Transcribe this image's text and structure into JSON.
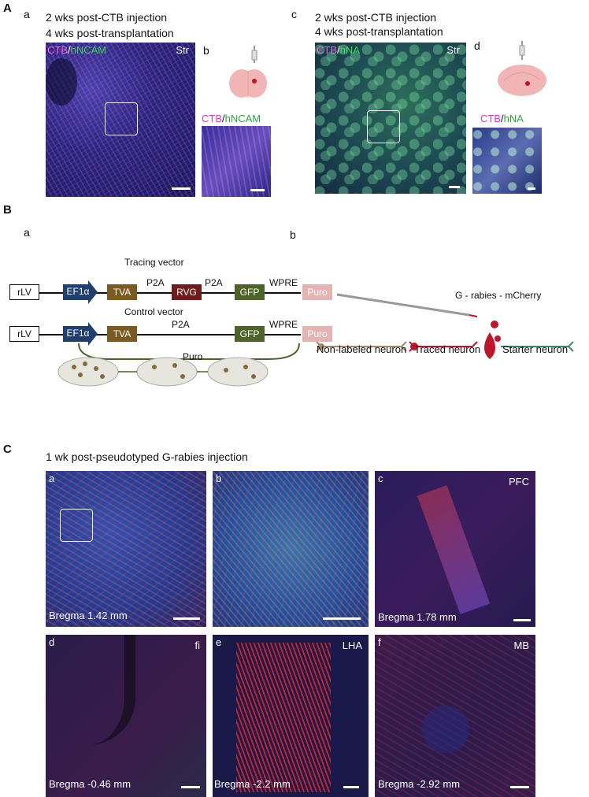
{
  "panelA": {
    "letter": "A",
    "a": {
      "sub": "a",
      "cap1": "2 wks post-CTB injection",
      "cap2": "4 wks post-transplantation",
      "stain1": "CTB",
      "sep": "/",
      "stain2": "hNCAM",
      "region": "Str"
    },
    "b": {
      "sub": "b",
      "stain1": "CTB",
      "sep": "/",
      "stain2": "hNCAM"
    },
    "c": {
      "sub": "c",
      "cap1": "2 wks post-CTB injection",
      "cap2": "4 wks post-transplantation",
      "stain1": "CTB",
      "sep": "/",
      "stain2": "hNA",
      "region": "Str"
    },
    "d": {
      "sub": "d",
      "stain1": "CTB",
      "sep": "/",
      "stain2": "hNA"
    }
  },
  "panelB": {
    "letter": "B",
    "a": {
      "sub": "a",
      "tracing_title": "Tracing vector",
      "control_title": "Control vector",
      "rlv": "rLV",
      "ef1a": "EF1α",
      "tva": "TVA",
      "p2a": "P2A",
      "rvg": "RVG",
      "gfp": "GFP",
      "wpre": "WPRE",
      "puro": "Puro",
      "dish_label": "Puro"
    },
    "b": {
      "sub": "b",
      "virus": "G - rabies - mCherry",
      "nonlabeled": "Non-labeled neuron",
      "traced": "Traced neuron",
      "starter": "Starter neuron"
    },
    "colors": {
      "ef1a": "#1f3f6e",
      "tva": "#7b5a22",
      "rvg": "#6e1d1d",
      "gfp": "#4e6328",
      "puro": "#e6b3b3"
    }
  },
  "panelC": {
    "letter": "C",
    "caption": "1 wk post-pseudotyped G-rabies injection",
    "a": {
      "sub": "a",
      "bregma": "Bregma 1.42 mm"
    },
    "b": {
      "sub": "b"
    },
    "c": {
      "sub": "c",
      "region": "PFC",
      "bregma": "Bregma 1.78 mm"
    },
    "d": {
      "sub": "d",
      "region": "fi",
      "bregma": "Bregma -0.46 mm"
    },
    "e": {
      "sub": "e",
      "region": "LHA",
      "bregma": "Bregma -2.2 mm"
    },
    "f": {
      "sub": "f",
      "region": "MB",
      "bregma": "Bregma -2.92 mm"
    }
  }
}
